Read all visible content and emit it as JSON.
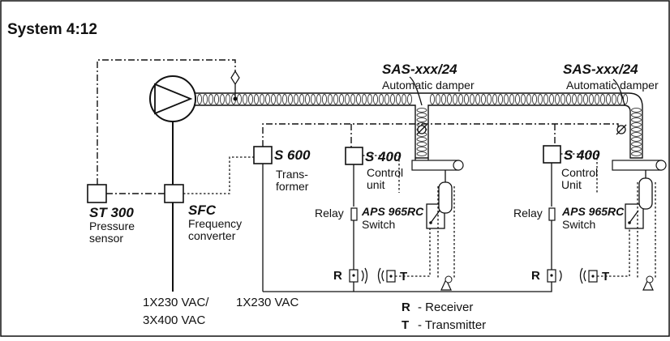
{
  "title": "System 4:12",
  "dampers": [
    {
      "model": "SAS-xxx/24",
      "desc": "Automatic damper"
    },
    {
      "model": "SAS-xxx/24",
      "desc": "Automatic damper"
    }
  ],
  "components": {
    "st300": {
      "model": "ST 300",
      "line1": "Pressure",
      "line2": "sensor"
    },
    "sfc": {
      "model": "SFC",
      "line1": "Frequency",
      "line2": "converter"
    },
    "s600": {
      "model": "S 600",
      "line1": "Trans-",
      "line2": "former"
    },
    "s400_a": {
      "model": "S 400",
      "line1": "Control",
      "line2": "unit"
    },
    "s400_b": {
      "model": "S 400",
      "line1": "Control",
      "line2": "Unit"
    },
    "relay_a": "Relay",
    "relay_b": "Relay",
    "aps_a": {
      "model": "APS 965RC",
      "line1": "Switch"
    },
    "aps_b": {
      "model": "APS 965RC",
      "line1": "Switch"
    }
  },
  "markers": {
    "r_a": "R",
    "t_a": "T",
    "r_b": "R",
    "t_b": "T"
  },
  "supply": {
    "left_line1": "1X230 VAC/",
    "left_line2": "3X400 VAC",
    "right": "1X230 VAC"
  },
  "legend": [
    {
      "key": "R",
      "desc": "- Receiver"
    },
    {
      "key": "T",
      "desc": "- Transmitter"
    }
  ]
}
